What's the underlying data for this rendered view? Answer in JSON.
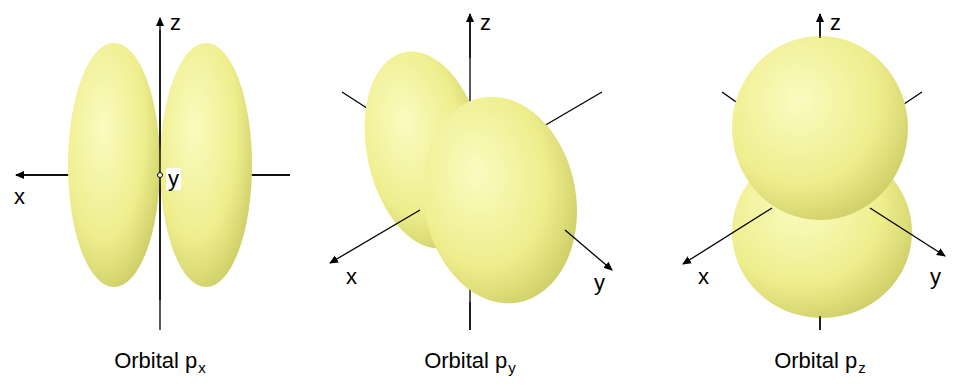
{
  "diagram": {
    "labels": [
      "x",
      "y",
      "z",
      "z",
      "x",
      "y",
      "z",
      "x",
      "y",
      "Orbital p",
      "x",
      "Orbital p",
      "y",
      "Orbital p",
      "z"
    ]
  }
}
